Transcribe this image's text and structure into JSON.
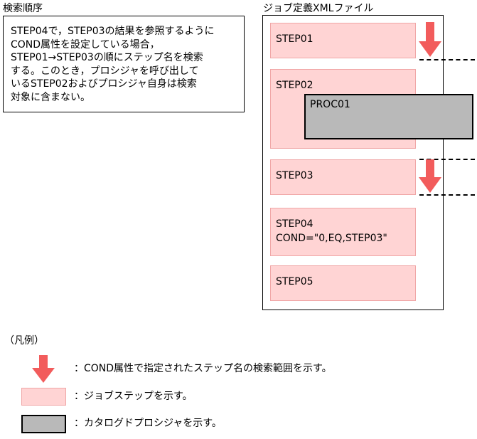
{
  "headings": {
    "search_order": "検索順序",
    "job_def_file": "ジョブ定義XMLファイル"
  },
  "note": {
    "lines": [
      "STEP04で，STEP03の結果を参照するように",
      "COND属性を設定している場合，",
      "STEP01→STEP03の順にステップ名を検索",
      "する。このとき，プロシジャを呼び出して",
      "いるSTEP02およびプロシジャ自身は検索",
      "対象に含まない。"
    ]
  },
  "steps": [
    {
      "name": "STEP01",
      "cond": ""
    },
    {
      "name": "STEP02",
      "cond": ""
    },
    {
      "name": "STEP03",
      "cond": ""
    },
    {
      "name": "STEP04",
      "cond": "COND=\"0,EQ,STEP03\""
    },
    {
      "name": "STEP05",
      "cond": ""
    }
  ],
  "procedure": {
    "name": "PROC01"
  },
  "legend": {
    "title": "（凡例）",
    "arrow_desc": "：COND属性で指定されたステップ名の検索範囲を示す。",
    "step_desc": "：ジョブステップを示す。",
    "proc_desc": "：カタログドプロシジャを示す。"
  },
  "colors": {
    "arrow": "#f25c5c",
    "step_fill": "#ffd4d4",
    "proc_fill": "#b9b9b9"
  }
}
